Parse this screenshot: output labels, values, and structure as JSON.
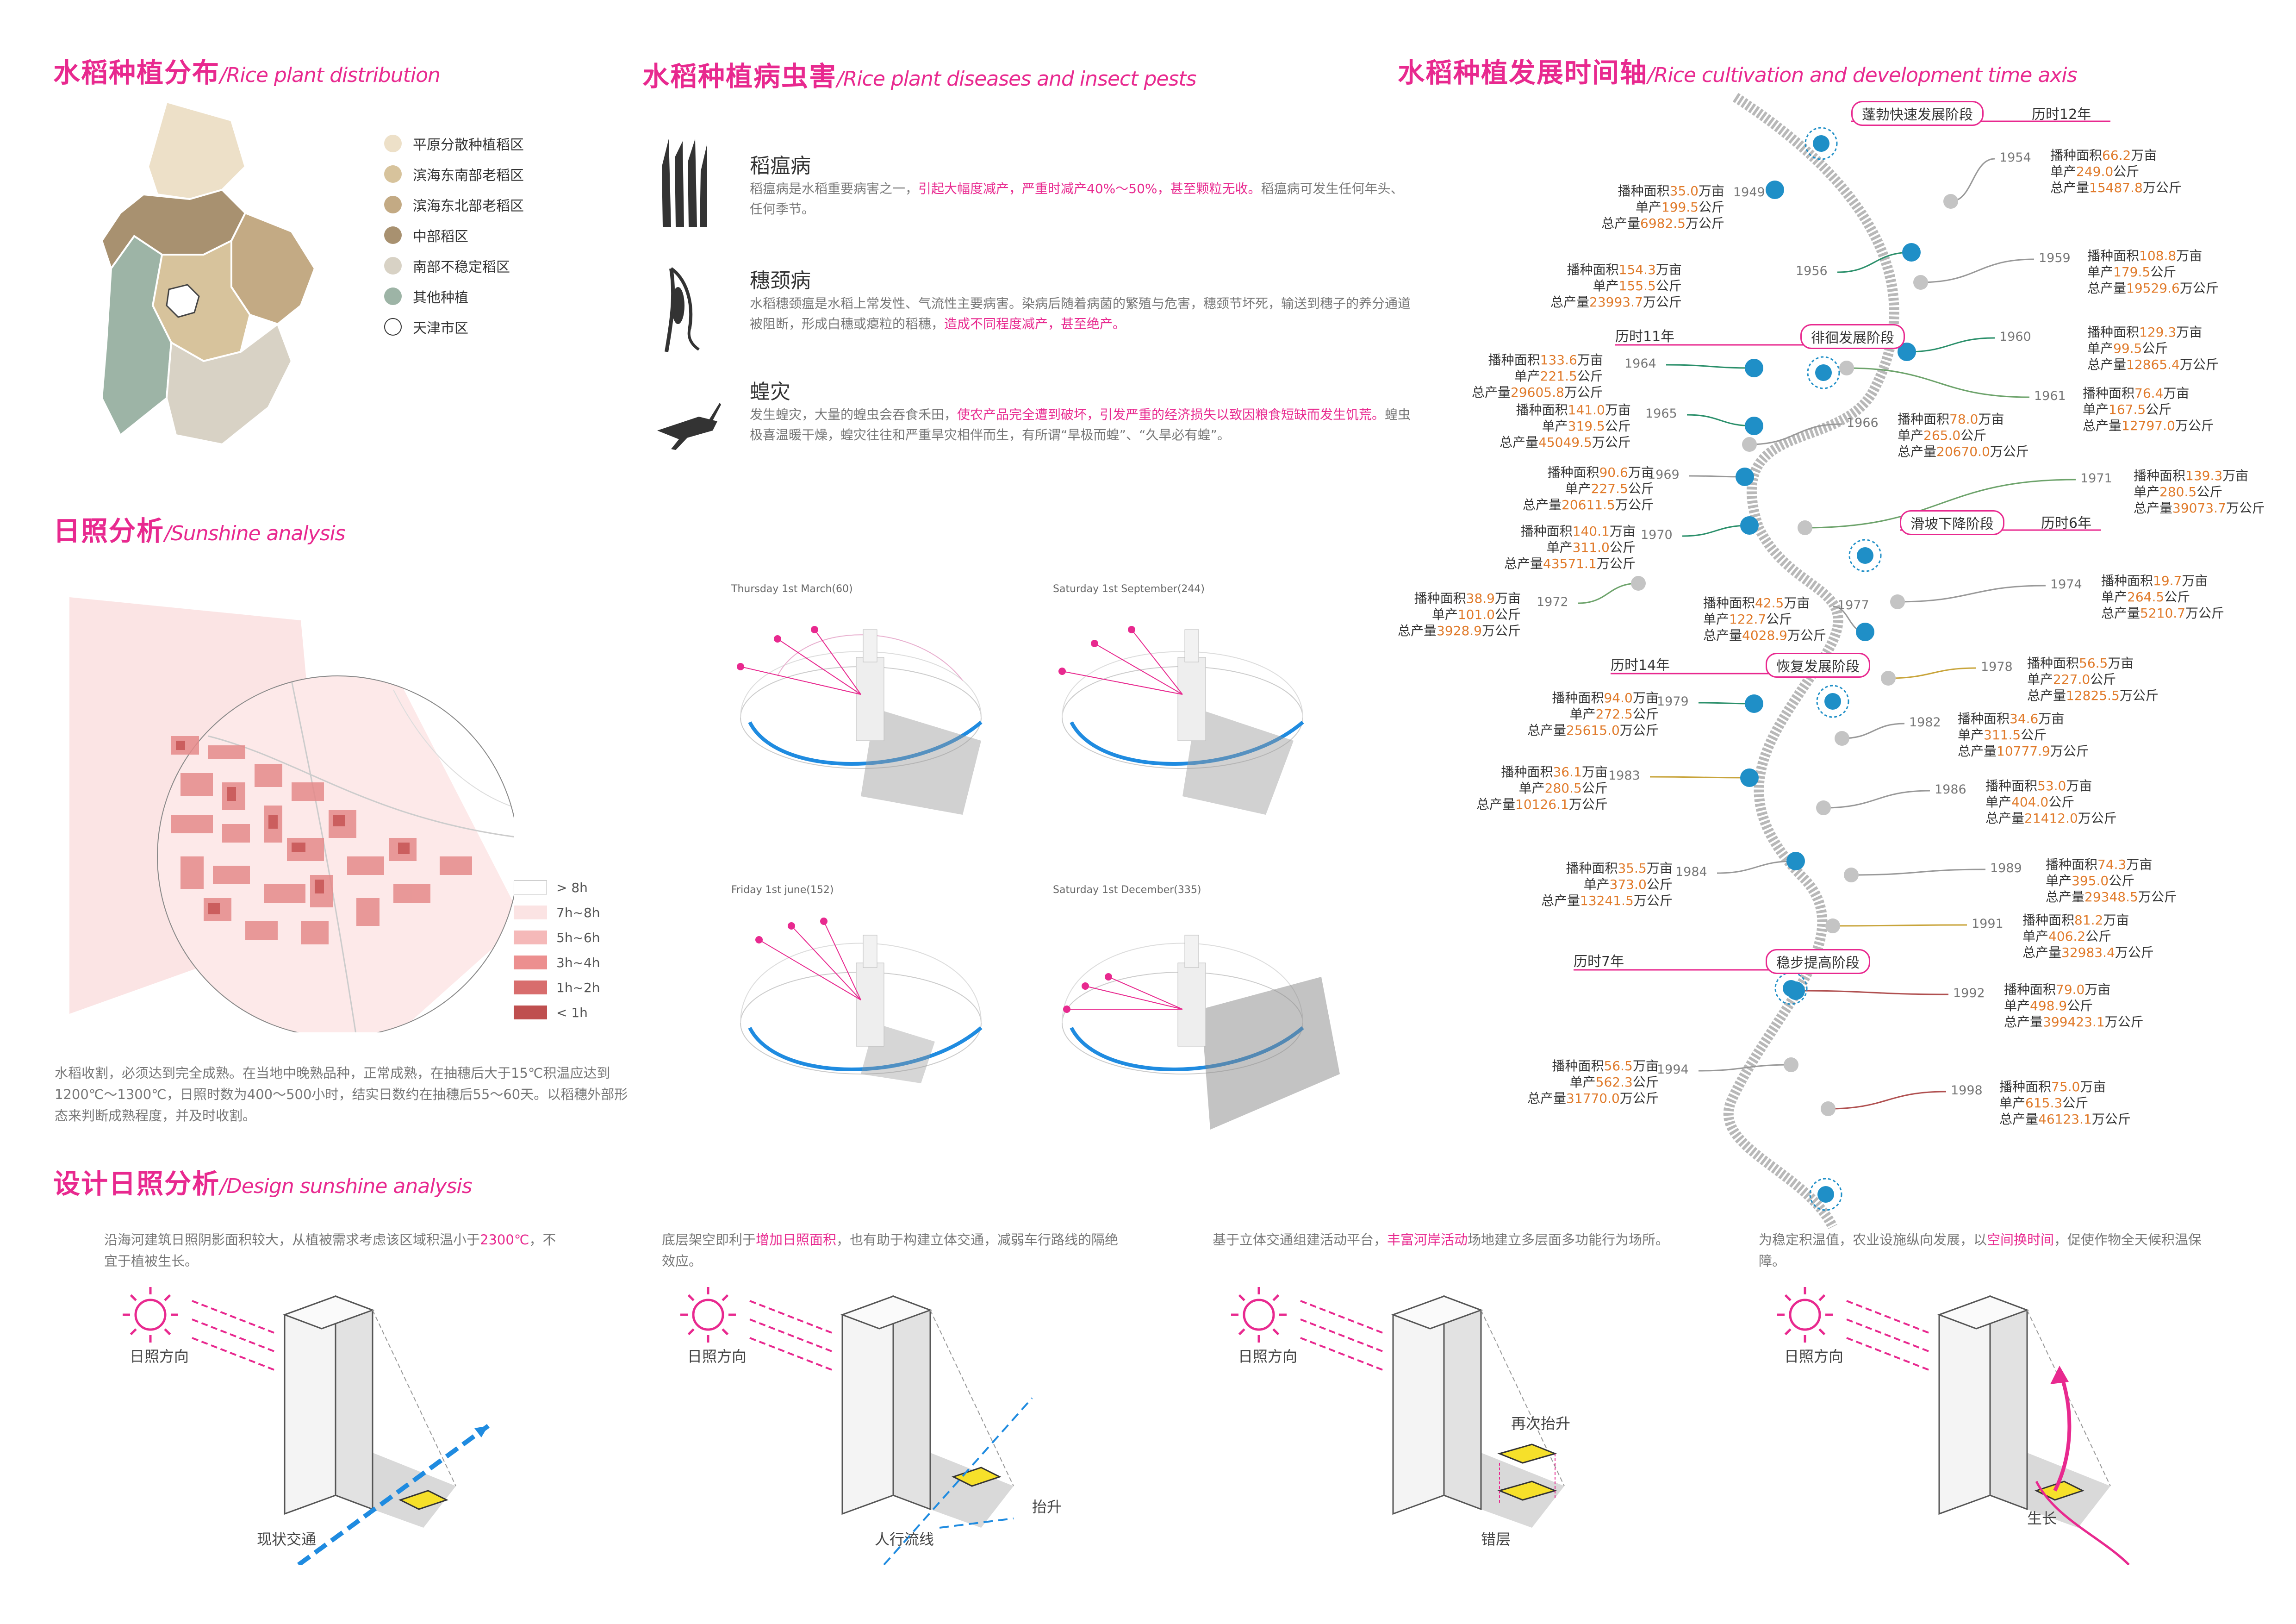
{
  "headers": {
    "dist": {
      "cn": "水稻种植分布",
      "en": "/Rice plant distribution"
    },
    "pest": {
      "cn": "水稻种植病虫害",
      "en": "/Rice plant diseases and insect pests"
    },
    "time": {
      "cn": "水稻种植发展时间轴",
      "en": "/Rice cultivation and development time axis"
    },
    "sun": {
      "cn": "日照分析",
      "en": "/Sunshine analysis"
    },
    "design": {
      "cn": "设计日照分析",
      "en": "/Design sunshine analysis"
    }
  },
  "legend": [
    {
      "label": "平原分散种植稻区",
      "color": "#ede0c8"
    },
    {
      "label": "滨海东南部老稻区",
      "color": "#d7c39c"
    },
    {
      "label": "滨海东北部老稻区",
      "color": "#c3aa84"
    },
    {
      "label": "中部稻区",
      "color": "#a89170"
    },
    {
      "label": "南部不稳定稻区",
      "color": "#d8d2c5"
    },
    {
      "label": "其他种植",
      "color": "#9db4a6"
    },
    {
      "label": "天津市区",
      "color": "#ffffff"
    }
  ],
  "pests": {
    "p1": {
      "title": "稻瘟病",
      "t1": "稻瘟病是水稻重要病害之一，",
      "h1": "引起大幅度减产，严重时减产40%～50%，甚至颗粒无收。",
      "t2": "稻瘟病可发生任何年头、任何季节。"
    },
    "p2": {
      "title": "穗颈病",
      "t1": "水稻穗颈瘟是水稻上常发性、气流性主要病害。染病后随着病菌的繁殖与危害，穗颈节坏死，输送到穗子的养分通道被阻断，形成白穗或瘪粒的稻穗，",
      "h1": "造成不同程度减产，甚至绝产。"
    },
    "p3": {
      "title": "蝗灾",
      "t1": "发生蝗灾，大量的蝗虫会吞食禾田，",
      "h1": "使农产品完全遭到破坏，引发严重的经济损失以致因粮食短缺而发生饥荒。",
      "t2": "蝗虫极喜温暖干燥，蝗灾往往和严重旱灾相伴而生，有所谓“旱极而蝗”、“久旱必有蝗”。"
    }
  },
  "sun_text": "水稻收割，必须达到完全成熟。在当地中晚熟品种，正常成熟，在抽穗后大于15℃积温应达到1200℃～1300℃，日照时数为400～500小时，结实日数约在抽穗后55～60天。以稻穗外部形态来判断成熟程度，并及时收割。",
  "sun_legend": [
    {
      "label": "> 8h",
      "color": "#ffffff"
    },
    {
      "label": "7h~8h",
      "color": "#fbe3e3"
    },
    {
      "label": "5h~6h",
      "color": "#f5b9b9"
    },
    {
      "label": "3h~4h",
      "color": "#ec8f8f"
    },
    {
      "label": "1h~2h",
      "color": "#d86d6d"
    },
    {
      "label": "< 1h",
      "color": "#bf4f4f"
    }
  ],
  "diagrams": [
    "Thursday 1st March(60)",
    "Saturday 1st September(244)",
    "Friday 1st june(152)",
    "Saturday 1st December(335)"
  ],
  "timeline": {
    "stages": [
      {
        "name": "蓬勃快速发展阶段",
        "dur": "历时12年"
      },
      {
        "name": "徘徊发展阶段",
        "dur": "历时11年"
      },
      {
        "name": "滑坡下降阶段",
        "dur": "历时6年"
      },
      {
        "name": "恢复发展阶段",
        "dur": "历时14年"
      },
      {
        "name": "稳步提高阶段",
        "dur": "历时7年"
      }
    ],
    "k_area": "播种面积",
    "u_area": "万亩",
    "k_yield": "单产",
    "u_yield": "公斤",
    "k_total": "总产量",
    "u_total": "万公斤",
    "records": [
      {
        "year": "1949",
        "area": "35.0",
        "yield": "199.5",
        "total": "6982.5"
      },
      {
        "year": "1954",
        "area": "66.2",
        "yield": "249.0",
        "total": "15487.8"
      },
      {
        "year": "1956",
        "area": "154.3",
        "yield": "155.5",
        "total": "23993.7"
      },
      {
        "year": "1959",
        "area": "108.8",
        "yield": "179.5",
        "total": "19529.6"
      },
      {
        "year": "1960",
        "area": "129.3",
        "yield": "99.5",
        "total": "12865.4"
      },
      {
        "year": "1964",
        "area": "133.6",
        "yield": "221.5",
        "total": "29605.8"
      },
      {
        "year": "1961",
        "area": "76.4",
        "yield": "167.5",
        "total": "12797.0"
      },
      {
        "year": "1965",
        "area": "141.0",
        "yield": "319.5",
        "total": "45049.5"
      },
      {
        "year": "1966",
        "area": "78.0",
        "yield": "265.0",
        "total": "20670.0"
      },
      {
        "year": "1969",
        "area": "90.6",
        "yield": "227.5",
        "total": "20611.5"
      },
      {
        "year": "1971",
        "area": "139.3",
        "yield": "280.5",
        "total": "39073.7"
      },
      {
        "year": "1970",
        "area": "140.1",
        "yield": "311.0",
        "total": "43571.1"
      },
      {
        "year": "1974",
        "area": "19.7",
        "yield": "264.5",
        "total": "5210.7"
      },
      {
        "year": "1972",
        "area": "38.9",
        "yield": "101.0",
        "total": "3928.9"
      },
      {
        "year": "1977",
        "area": "42.5",
        "yield": "122.7",
        "total": "4028.9"
      },
      {
        "year": "1978",
        "area": "56.5",
        "yield": "227.0",
        "total": "12825.5"
      },
      {
        "year": "1979",
        "area": "94.0",
        "yield": "272.5",
        "total": "25615.0"
      },
      {
        "year": "1982",
        "area": "34.6",
        "yield": "311.5",
        "total": "10777.9"
      },
      {
        "year": "1983",
        "area": "36.1",
        "yield": "280.5",
        "total": "10126.1"
      },
      {
        "year": "1986",
        "area": "53.0",
        "yield": "404.0",
        "total": "21412.0"
      },
      {
        "year": "1984",
        "area": "35.5",
        "yield": "373.0",
        "total": "13241.5"
      },
      {
        "year": "1989",
        "area": "74.3",
        "yield": "395.0",
        "total": "29348.5"
      },
      {
        "year": "1991",
        "area": "81.2",
        "yield": "406.2",
        "total": "32983.4"
      },
      {
        "year": "1992",
        "area": "79.0",
        "yield": "498.9",
        "total": "399423.1"
      },
      {
        "year": "1994",
        "area": "56.5",
        "yield": "562.3",
        "total": "31770.0"
      },
      {
        "year": "1998",
        "area": "75.0",
        "yield": "615.3",
        "total": "46123.1"
      }
    ]
  },
  "design": [
    {
      "text_a": "沿海河建筑日照阴影面积较大，从植被需求考虑该区域积温小于",
      "hl": "2300℃",
      "text_b": "，不宜于植被生长。",
      "sun": "日照方向",
      "l1": "现状交通",
      "l2": ""
    },
    {
      "text_a": "底层架空即利于",
      "hl": "增加日照面积",
      "text_b": "，也有助于构建立体交通，减弱车行路线的隔绝效应。",
      "sun": "日照方向",
      "l1": "人行流线",
      "l2": "抬升"
    },
    {
      "text_a": "基于立体交通组建活动平台，",
      "hl": "丰富河岸活动",
      "text_b": "场地建立多层面多功能行为场所。",
      "sun": "日照方向",
      "l1": "错层",
      "l2": "再次抬升"
    },
    {
      "text_a": "为稳定积温值，农业设施纵向发展，以",
      "hl": "空间换时间",
      "text_b": "，促使作物全天候积温保障。",
      "sun": "日照方向",
      "l1": "生长",
      "l2": ""
    }
  ]
}
